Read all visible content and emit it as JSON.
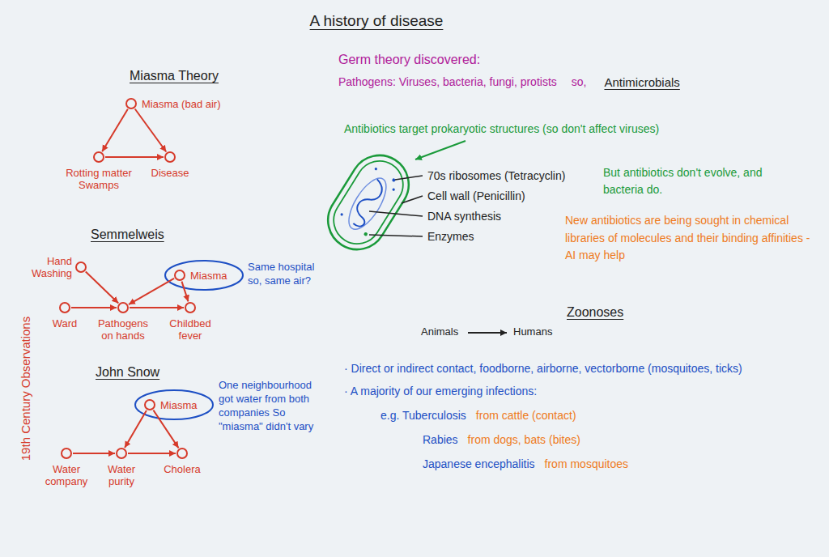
{
  "diagram": {
    "title": "A history of disease",
    "nodes": [
      {
        "text": [
          "Miasma (bad air)"
        ]
      },
      {
        "text": [
          "Rotting matter Swamps"
        ]
      },
      {
        "text": [
          "Disease"
        ]
      },
      {
        "text": [
          "Hand Washing"
        ]
      },
      {
        "text": [
          "Miasma"
        ]
      },
      {
        "text": [
          "Ward"
        ]
      },
      {
        "text": [
          "Pathogens on hands"
        ]
      },
      {
        "text": [
          "Childbed fever"
        ]
      },
      {
        "text": [
          "Miasma"
        ]
      },
      {
        "text": [
          "Water company"
        ]
      },
      {
        "text": [
          "Water purity"
        ]
      },
      {
        "text": [
          "Cholera"
        ]
      }
    ],
    "edges": [
      {
        "from": 0,
        "to": 1,
        "arrow": "to"
      },
      {
        "from": 0,
        "to": 2,
        "arrow": "to"
      },
      {
        "from": 1,
        "to": 2,
        "arrow": "to"
      },
      {
        "from": 3,
        "to": 6,
        "arrow": "to"
      },
      {
        "from": 5,
        "to": 6,
        "arrow": "to"
      },
      {
        "from": 4,
        "to": 6,
        "arrow": "to"
      },
      {
        "from": 4,
        "to": 7,
        "arrow": "to"
      },
      {
        "from": 6,
        "to": 7,
        "arrow": "to"
      },
      {
        "from": 8,
        "to": 10,
        "arrow": "to"
      },
      {
        "from": 8,
        "to": 11,
        "arrow": "to"
      },
      {
        "from": 9,
        "to": 10,
        "arrow": "to"
      },
      {
        "from": 10,
        "to": 11,
        "arrow": "to"
      }
    ],
    "labels": [
      "Miasma Theory",
      "Semmelweis",
      "Same hospital so, same air?",
      "John Snow",
      "One neighbourhood got water from both companies So \"miasma\" didn't vary",
      "19th Century Observations",
      "Germ theory discovered:",
      "Pathogens: Viruses, bacteria, fungi, protists",
      "so,",
      "Antimicrobials",
      "Antibiotics target prokaryotic structures (so don't affect viruses)",
      "70s ribosomes (Tetracyclin)",
      "Cell wall (Penicillin)",
      "DNA synthesis",
      "Enzymes",
      "But antibiotics don't evolve, and bacteria do.",
      "New antibiotics are being sought in chemical libraries of molecules and their binding affinities - AI may help",
      "Zoonoses",
      "Animals",
      "Humans",
      "· Direct or indirect contact, foodborne, airborne, vectorborne (mosquitoes, ticks)",
      "· A majority of our emerging infections:",
      "e.g. Tuberculosis",
      "from cattle (contact)",
      "Rabies",
      "from dogs, bats (bites)",
      "Japanese encephalitis",
      "from mosquitoes"
    ]
  }
}
